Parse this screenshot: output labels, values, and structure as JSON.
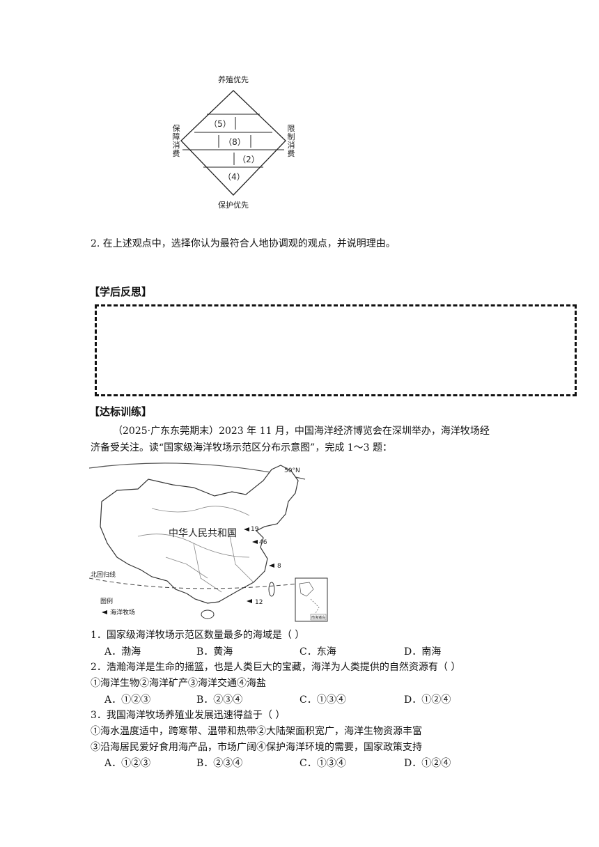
{
  "diagram": {
    "top": "养殖优先",
    "bottom": "保护优先",
    "left": "保障消费",
    "right": "限制消费",
    "cells": [
      "（5）",
      "（8）",
      "（2）",
      "（4）"
    ]
  },
  "question2": "2. 在上述观点中，选择你认为最符合人地协调观的观点，并说明理由。",
  "reflection_title": "【学后反思】",
  "training_title": "【达标训练】",
  "intro_line1": "（2025·广东东莞期末）2023 年 11 月，中国海洋经济博览会在深圳举办，海洋牧场经",
  "intro_line2": "济备受关注。读“国家级海洋牧场示范区分布示意图”，完成 1～3 题：",
  "map": {
    "country": "中华人民共和国",
    "lat50": "50°N",
    "tropic": "北回归线",
    "legend_title": "图例",
    "legend_item": "海洋牧场",
    "counts": [
      "19",
      "46",
      "8",
      "12"
    ],
    "inset_label": "南海诸岛"
  },
  "questions": [
    {
      "stem": "1．国家级海洋牧场示范区数量最多的海域是（    ）",
      "options": [
        "A．渤海",
        "B．黄海",
        "C．东海",
        "D．南海"
      ]
    },
    {
      "stem": "2．浩瀚海洋是生命的摇篮，也是人类巨大的宝藏，海洋为人类提供的自然资源有（    ）",
      "extra": [
        "①海洋生物②海洋矿产③海洋交通④海盐"
      ],
      "options": [
        "A．①②③",
        "B．②③④",
        "C．①③④",
        "D．①②④"
      ]
    },
    {
      "stem": "3．我国海洋牧场养殖业发展迅速得益于（    ）",
      "extra": [
        "①海水温度适中，跨寒带、温带和热带②大陆架面积宽广，海洋生物资源丰富",
        "③沿海居民爱好食用海产品，市场广阔④保护海洋环境的需要，国家政策支持"
      ],
      "options": [
        "A．①②③",
        "B．②③④",
        "C．①③④",
        "D．①②④"
      ]
    }
  ]
}
